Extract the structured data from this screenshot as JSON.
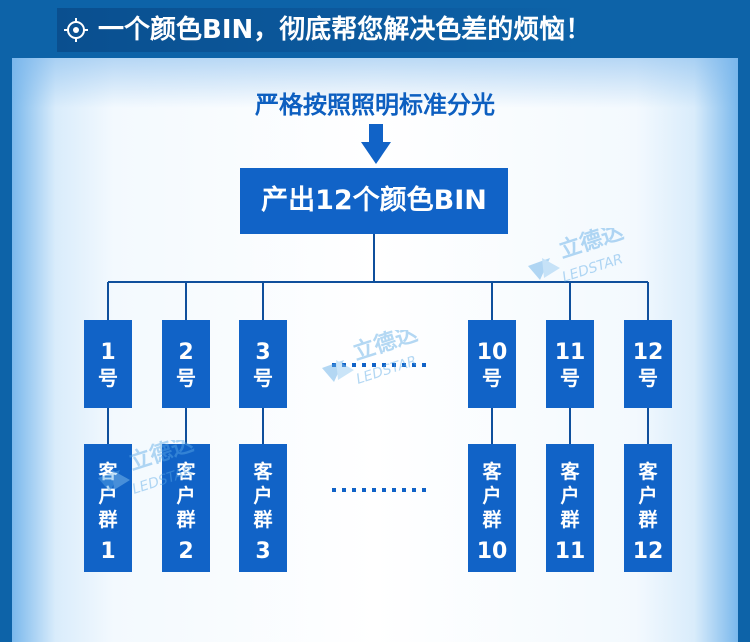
{
  "header": {
    "title": "一个颜色BIN，彻底帮您解决色差的烦恼！"
  },
  "diagram": {
    "subtitle": "严格按照照明标准分光",
    "main_box": "产出12个颜色BIN",
    "bins": [
      {
        "num": "1",
        "unit": "号"
      },
      {
        "num": "2",
        "unit": "号"
      },
      {
        "num": "3",
        "unit": "号"
      },
      {
        "num": "10",
        "unit": "号"
      },
      {
        "num": "11",
        "unit": "号"
      },
      {
        "num": "12",
        "unit": "号"
      }
    ],
    "groups": [
      {
        "label": "客户群",
        "num": "1"
      },
      {
        "label": "客户群",
        "num": "2"
      },
      {
        "label": "客户群",
        "num": "3"
      },
      {
        "label": "客户群",
        "num": "10"
      },
      {
        "label": "客户群",
        "num": "11"
      },
      {
        "label": "客户群",
        "num": "12"
      }
    ],
    "ellipsis": "……"
  },
  "watermark": {
    "brand_cn": "立德达",
    "brand_en": "LEDSTAR"
  },
  "colors": {
    "header_bg": "#0d63a8",
    "box_blue": "#1163c7",
    "subtitle_text": "#0d5fc0",
    "line": "#0f4f9c"
  },
  "icons": [
    "target-icon",
    "arrow-down-icon"
  ]
}
